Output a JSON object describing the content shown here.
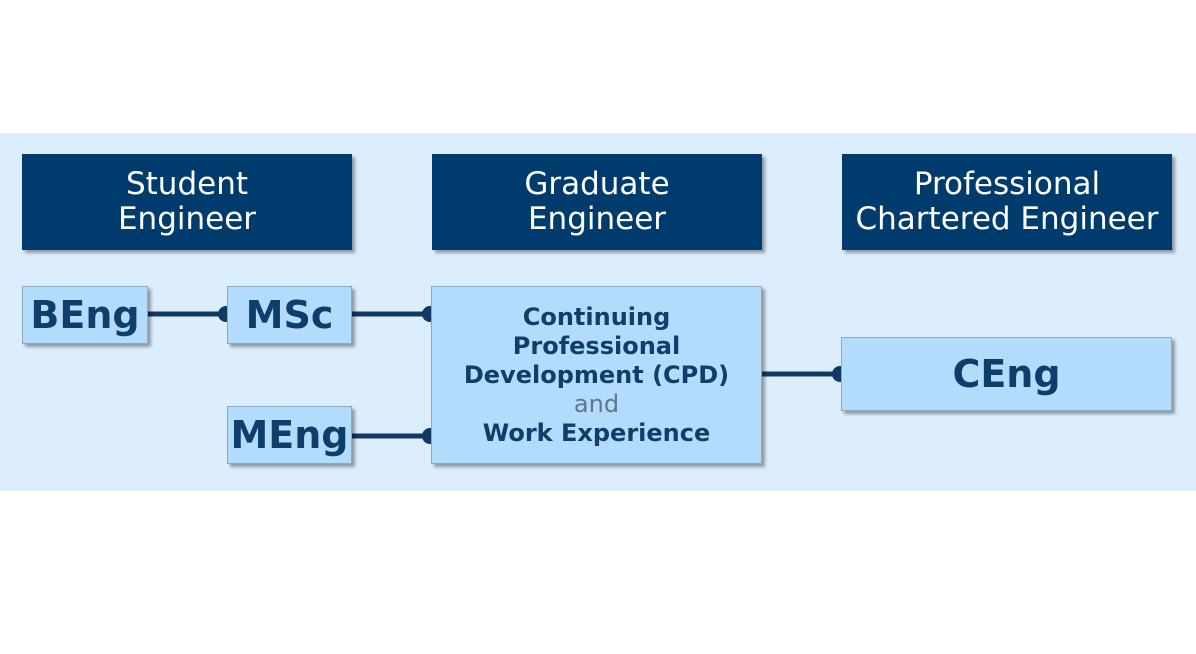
{
  "headers": {
    "student": {
      "line1": "Student",
      "line2": "Engineer"
    },
    "graduate": {
      "line1": "Graduate",
      "line2": "Engineer"
    },
    "professional": {
      "line1": "Professional",
      "line2": "Chartered Engineer"
    }
  },
  "nodes": {
    "beng": "BEng",
    "msc": "MSc",
    "meng": "MEng",
    "ceng": "CEng",
    "cpd": {
      "line1": "Continuing",
      "line2": "Professional",
      "line3": "Development (CPD)",
      "line4": "and",
      "line5": "Work Experience"
    }
  },
  "colors": {
    "band": "#dcedfb",
    "header": "#003b6e",
    "node_fill": "#b3dbfb",
    "node_text": "#0d3e6c",
    "connector": "#0f3a63"
  }
}
